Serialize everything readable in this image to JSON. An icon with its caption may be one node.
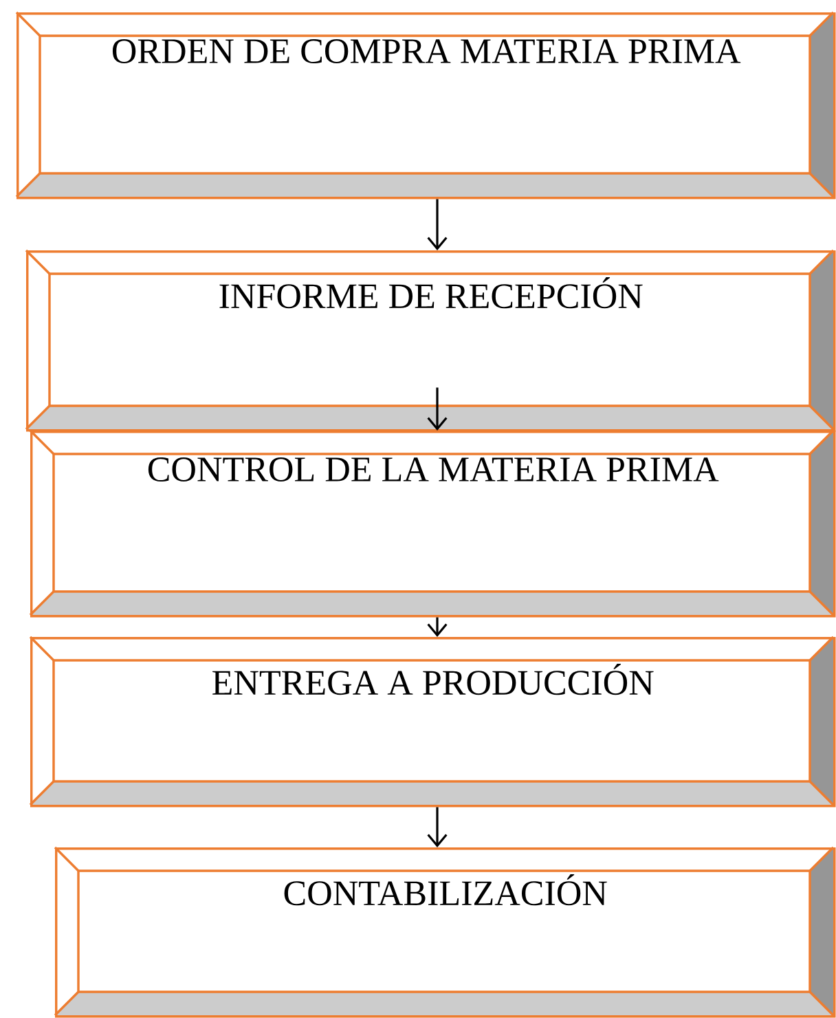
{
  "diagram": {
    "nodes": [
      {
        "text": [
          "ORDEN DE COMPRA MATERIA PRIMA"
        ]
      },
      {
        "text": [
          "INFORME DE RECEPCIÓN"
        ]
      },
      {
        "text": [
          "CONTROL DE LA MATERIA PRIMA"
        ]
      },
      {
        "text": [
          "ENTREGA A PRODUCCIÓN"
        ]
      },
      {
        "text": [
          "CONTABILIZACIÓN"
        ]
      }
    ],
    "edges": [
      {
        "from": 0,
        "to": 1,
        "arrow": "to"
      },
      {
        "from": 1,
        "to": 2,
        "arrow": "to"
      },
      {
        "from": 2,
        "to": 3,
        "arrow": "to"
      },
      {
        "from": 3,
        "to": 4,
        "arrow": "to"
      }
    ]
  }
}
